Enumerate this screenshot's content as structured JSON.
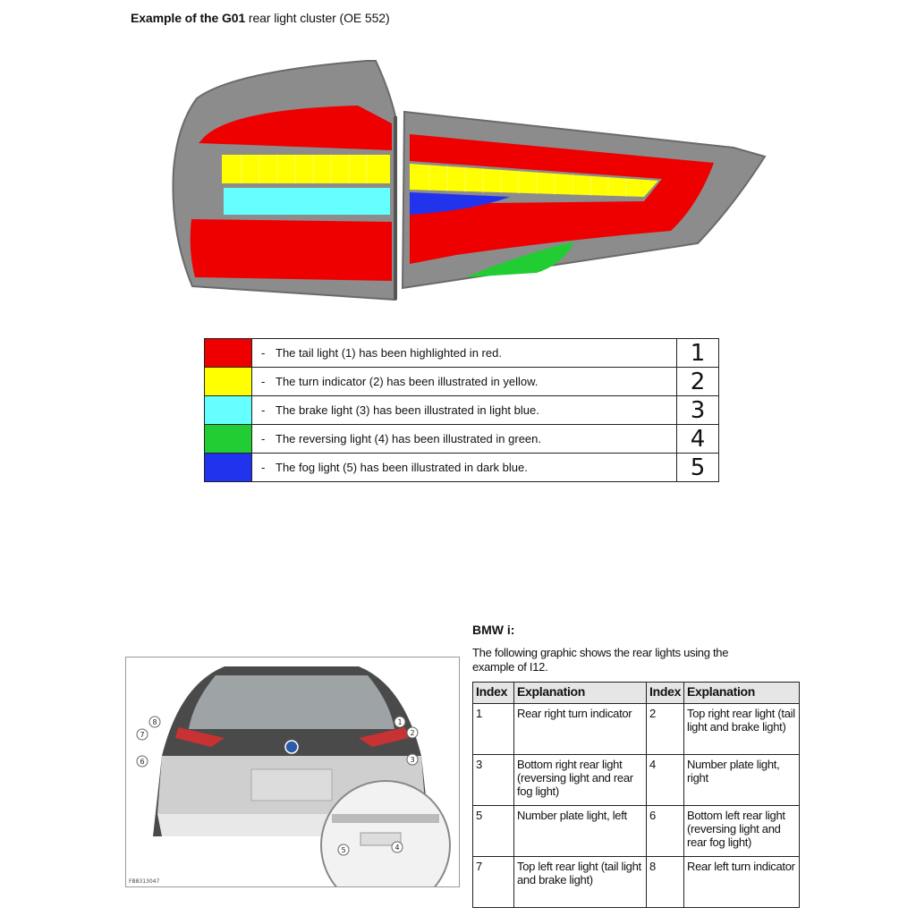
{
  "heading": {
    "bold": "Example of the G01",
    "rest": " rear light cluster (OE 552)"
  },
  "legend": [
    {
      "color": "#ee0000",
      "text": "The tail light (1) has been highlighted in red.",
      "number": "1"
    },
    {
      "color": "#ffff00",
      "text": "The turn indicator (2) has been illustrated in yellow.",
      "number": "2"
    },
    {
      "color": "#66ffff",
      "text": "The brake light (3) has been illustrated in light blue.",
      "number": "3"
    },
    {
      "color": "#22cc33",
      "text": "The reversing light (4) has been illustrated in green.",
      "number": "4"
    },
    {
      "color": "#2233ee",
      "text": "The fog light (5) has been illustrated in dark blue.",
      "number": "5"
    }
  ],
  "legend_dash": "-",
  "bmwi": {
    "title": "BMW i:",
    "desc": "The following graphic shows the rear lights using the example of I12.",
    "figure_id": "FB8313047",
    "callouts": [
      "8",
      "7",
      "6",
      "1",
      "2",
      "3",
      "5",
      "4"
    ]
  },
  "index_table": {
    "headers": [
      "Index",
      "Explanation",
      "Index",
      "Explanation"
    ],
    "rows": [
      [
        "1",
        "Rear right turn indicator",
        "2",
        "Top right rear light (tail light and brake light)"
      ],
      [
        "3",
        "Bottom right rear light (reversing light and rear fog light)",
        "4",
        "Number plate light, right"
      ],
      [
        "5",
        "Number plate light, left",
        "6",
        "Bottom left rear light (reversing light and rear fog light)"
      ],
      [
        "7",
        "Top left rear light (tail light and brake light)",
        "8",
        "Rear left turn indicator"
      ]
    ]
  }
}
